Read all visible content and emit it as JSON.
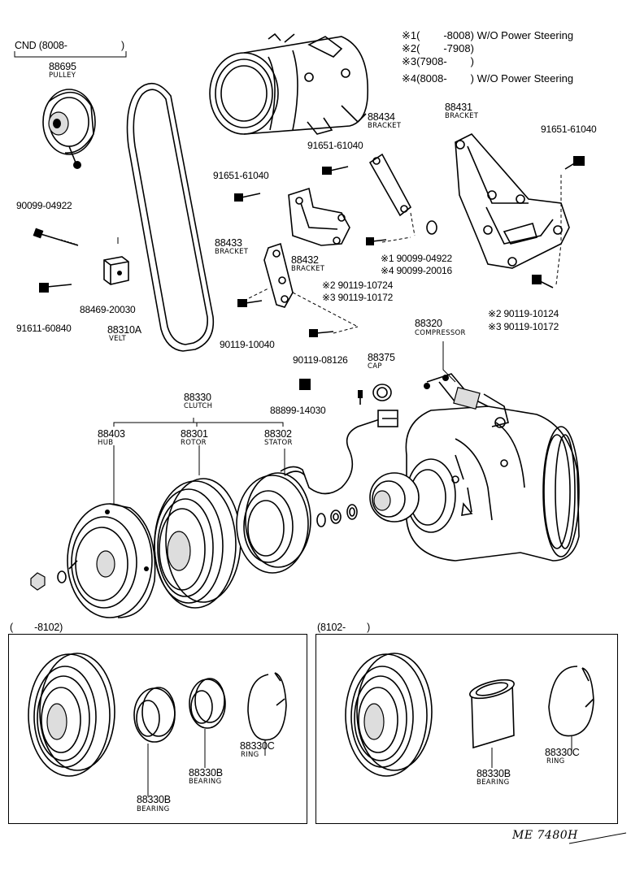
{
  "header": {
    "cnd_label": "CND (8008-",
    "cnd_close": ")"
  },
  "legend": [
    {
      "mark": "※1",
      "range": "(        -8008)",
      "note": "W/O Power Steering"
    },
    {
      "mark": "※2",
      "range": "(        -7908)",
      "note": ""
    },
    {
      "mark": "※3",
      "range": "(7908-        )",
      "note": ""
    },
    {
      "mark": "※4",
      "range": "(8008-        )",
      "note": "W/O Power Steering"
    }
  ],
  "parts": {
    "pulley": {
      "number": "88695",
      "name": "PULLEY"
    },
    "bolt_90099_04922_left": {
      "number": "90099-04922"
    },
    "bolt_91611": {
      "number": "91611-60840"
    },
    "block_88469": {
      "number": "88469-20030"
    },
    "belt": {
      "number": "88310A",
      "name": "VELT"
    },
    "bolt_91651_a": {
      "number": "91651-61040"
    },
    "bolt_91651_b": {
      "number": "91651-61040"
    },
    "bolt_91651_c": {
      "number": "91651-61040"
    },
    "bracket_88434": {
      "number": "88434",
      "name": "BRACKET"
    },
    "bracket_88431": {
      "number": "88431",
      "name": "BRACKET"
    },
    "bracket_88433": {
      "number": "88433",
      "name": "BRACKET"
    },
    "bracket_88432": {
      "number": "88432",
      "name": "BRACKET"
    },
    "bolt_note_1": {
      "text": "※1 90099-04922"
    },
    "bolt_note_4": {
      "text": "※4 90099-20016"
    },
    "bolt_note_2a": {
      "text": "※2 90119-10724"
    },
    "bolt_note_3a": {
      "text": "※3 90119-10172"
    },
    "bolt_note_2b": {
      "text": "※2 90119-10124"
    },
    "bolt_note_3b": {
      "text": "※3 90119-10172"
    },
    "bolt_90119_10040": {
      "number": "90119-10040"
    },
    "bolt_90119_08126": {
      "number": "90119-08126"
    },
    "compressor": {
      "number": "88320",
      "name": "COMPRESSOR"
    },
    "cap": {
      "number": "88375",
      "name": "CAP"
    },
    "switch_88899": {
      "number": "88899-14030"
    },
    "clutch": {
      "number": "88330",
      "name": "CLUTCH"
    },
    "hub": {
      "number": "88403",
      "name": "HUB"
    },
    "rotor": {
      "number": "88301",
      "name": "ROTOR"
    },
    "stator": {
      "number": "88302",
      "name": "STATOR"
    }
  },
  "panels": {
    "left": {
      "title": "(        -8102)",
      "bearing_a": {
        "number": "88330B",
        "name": "BEARING"
      },
      "bearing_b": {
        "number": "88330B",
        "name": "BEARING"
      },
      "ring": {
        "number": "88330C",
        "name": "RING"
      }
    },
    "right": {
      "title": "(8102-        )",
      "bearing": {
        "number": "88330B",
        "name": "BEARING"
      },
      "ring": {
        "number": "88330C",
        "name": "RING"
      }
    }
  },
  "footer": {
    "code": "ME 7480H"
  }
}
